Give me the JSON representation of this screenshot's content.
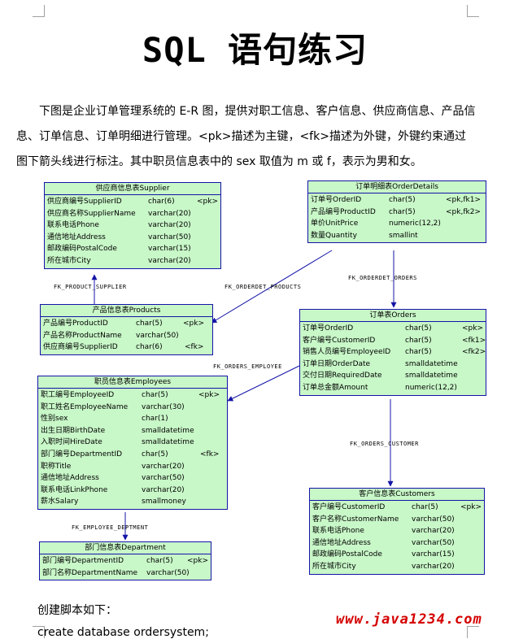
{
  "document": {
    "title": "SQL 语句练习",
    "intro": [
      "下图是企业订单管理系统的 E-R 图，提供对职工信息、客户信息、供应商信息、产品信息、订单信息、订单明细进行管理。<pk>描述为主键，<fk>描述为外键，外键约束通过图下箭头线进行标注。其中职员信息表中的 sex 取值为 m 或 f，表示为男和女。"
    ],
    "footer_label": "创建脚本如下：",
    "footer_code": "create database ordersystem;",
    "watermark": "www.java1234.com"
  },
  "entities": {
    "supplier": {
      "title": "供应商信息表Supplier",
      "key_rows": [
        {
          "name": "供应商编号SupplierID",
          "type": "char(6)",
          "key": "<pk>"
        }
      ],
      "rows": [
        {
          "name": "供应商名称SupplierName",
          "type": "varchar(20)",
          "key": ""
        },
        {
          "name": "联系电话Phone",
          "type": "varchar(20)",
          "key": ""
        },
        {
          "name": "通信地址Address",
          "type": "varchar(50)",
          "key": ""
        },
        {
          "name": "邮政编码PostalCode",
          "type": "varchar(15)",
          "key": ""
        },
        {
          "name": "所在城市City",
          "type": "varchar(20)",
          "key": ""
        }
      ]
    },
    "orderdetails": {
      "title": "订单明细表OrderDetails",
      "key_rows": [
        {
          "name": "订单号OrderID",
          "type": "char(5)",
          "key": "<pk,fk1>"
        },
        {
          "name": "产品编号ProductID",
          "type": "char(5)",
          "key": "<pk,fk2>"
        }
      ],
      "rows": [
        {
          "name": "单价UnitPrice",
          "type": "numeric(12,2)",
          "key": ""
        },
        {
          "name": "数量Quantity",
          "type": "smallint",
          "key": ""
        }
      ]
    },
    "products": {
      "title": "产品信息表Products",
      "key_rows": [
        {
          "name": "产品编号ProductID",
          "type": "char(5)",
          "key": "<pk>"
        }
      ],
      "rows": [
        {
          "name": "产品名称ProductName",
          "type": "varchar(50)",
          "key": ""
        },
        {
          "name": "供应商编号SupplierID",
          "type": "char(6)",
          "key": "<fk>"
        }
      ]
    },
    "orders": {
      "title": "订单表Orders",
      "key_rows": [
        {
          "name": "订单号OrderID",
          "type": "char(5)",
          "key": "<pk>"
        }
      ],
      "rows": [
        {
          "name": "客户编号CustomerID",
          "type": "char(5)",
          "key": "<fk1>"
        },
        {
          "name": "销售人员编号EmployeeID",
          "type": "char(5)",
          "key": "<fk2>"
        },
        {
          "name": "订单日期OrderDate",
          "type": "smalldatetime",
          "key": ""
        },
        {
          "name": "交付日期RequiredDate",
          "type": "smalldatetime",
          "key": ""
        },
        {
          "name": "订单总金额Amount",
          "type": "numeric(12,2)",
          "key": ""
        }
      ]
    },
    "employees": {
      "title": "职员信息表Employees",
      "key_rows": [
        {
          "name": "职工编号EmployeeID",
          "type": "char(5)",
          "key": "<pk>"
        }
      ],
      "rows": [
        {
          "name": "职工姓名EmployeeName",
          "type": "varchar(30)",
          "key": ""
        },
        {
          "name": "性别sex",
          "type": "char(1)",
          "key": ""
        },
        {
          "name": "出生日期BirthDate",
          "type": "smalldatetime",
          "key": ""
        },
        {
          "name": "入职时间HireDate",
          "type": "smalldatetime",
          "key": ""
        },
        {
          "name": "部门编号DepartmentID",
          "type": "char(5)",
          "key": "<fk>"
        },
        {
          "name": "职称Title",
          "type": "varchar(20)",
          "key": ""
        },
        {
          "name": "通信地址Address",
          "type": "varchar(50)",
          "key": ""
        },
        {
          "name": "联系电话LinkPhone",
          "type": "varchar(20)",
          "key": ""
        },
        {
          "name": "薪水Salary",
          "type": "smallmoney",
          "key": ""
        }
      ]
    },
    "customers": {
      "title": "客户信息表Customers",
      "key_rows": [
        {
          "name": "客户编号CustomerID",
          "type": "char(5)",
          "key": "<pk>"
        }
      ],
      "rows": [
        {
          "name": "客户名称CustomerName",
          "type": "varchar(50)",
          "key": ""
        },
        {
          "name": "联系电话Phone",
          "type": "varchar(20)",
          "key": ""
        },
        {
          "name": "通信地址Address",
          "type": "varchar(50)",
          "key": ""
        },
        {
          "name": "邮政编码PostalCode",
          "type": "varchar(15)",
          "key": ""
        },
        {
          "name": "所在城市City",
          "type": "varchar(20)",
          "key": ""
        }
      ]
    },
    "department": {
      "title": "部门信息表Department",
      "key_rows": [
        {
          "name": "部门编号DepartmentID",
          "type": "char(5)",
          "key": "<pk>"
        }
      ],
      "rows": [
        {
          "name": "部门名称DepartmentName",
          "type": "varchar(50)",
          "key": ""
        }
      ]
    }
  },
  "relations": {
    "product_supplier": "FK_PRODUCT_SUPPLIER",
    "orderdet_products": "FK_ORDERDET_PRODUCTS",
    "orderdet_orders": "FK_ORDERDET_ORDERS",
    "orders_employee": "FK_ORDERS_EMPLOYEE",
    "orders_customer": "FK_ORDERS_CUSTOMER",
    "employee_deptment": "FK_EMPLOYEE_DEPTMENT"
  },
  "colors": {
    "entity_fill": "#c8f7c8",
    "entity_border": "#1414a8",
    "watermark": "#d40000"
  }
}
